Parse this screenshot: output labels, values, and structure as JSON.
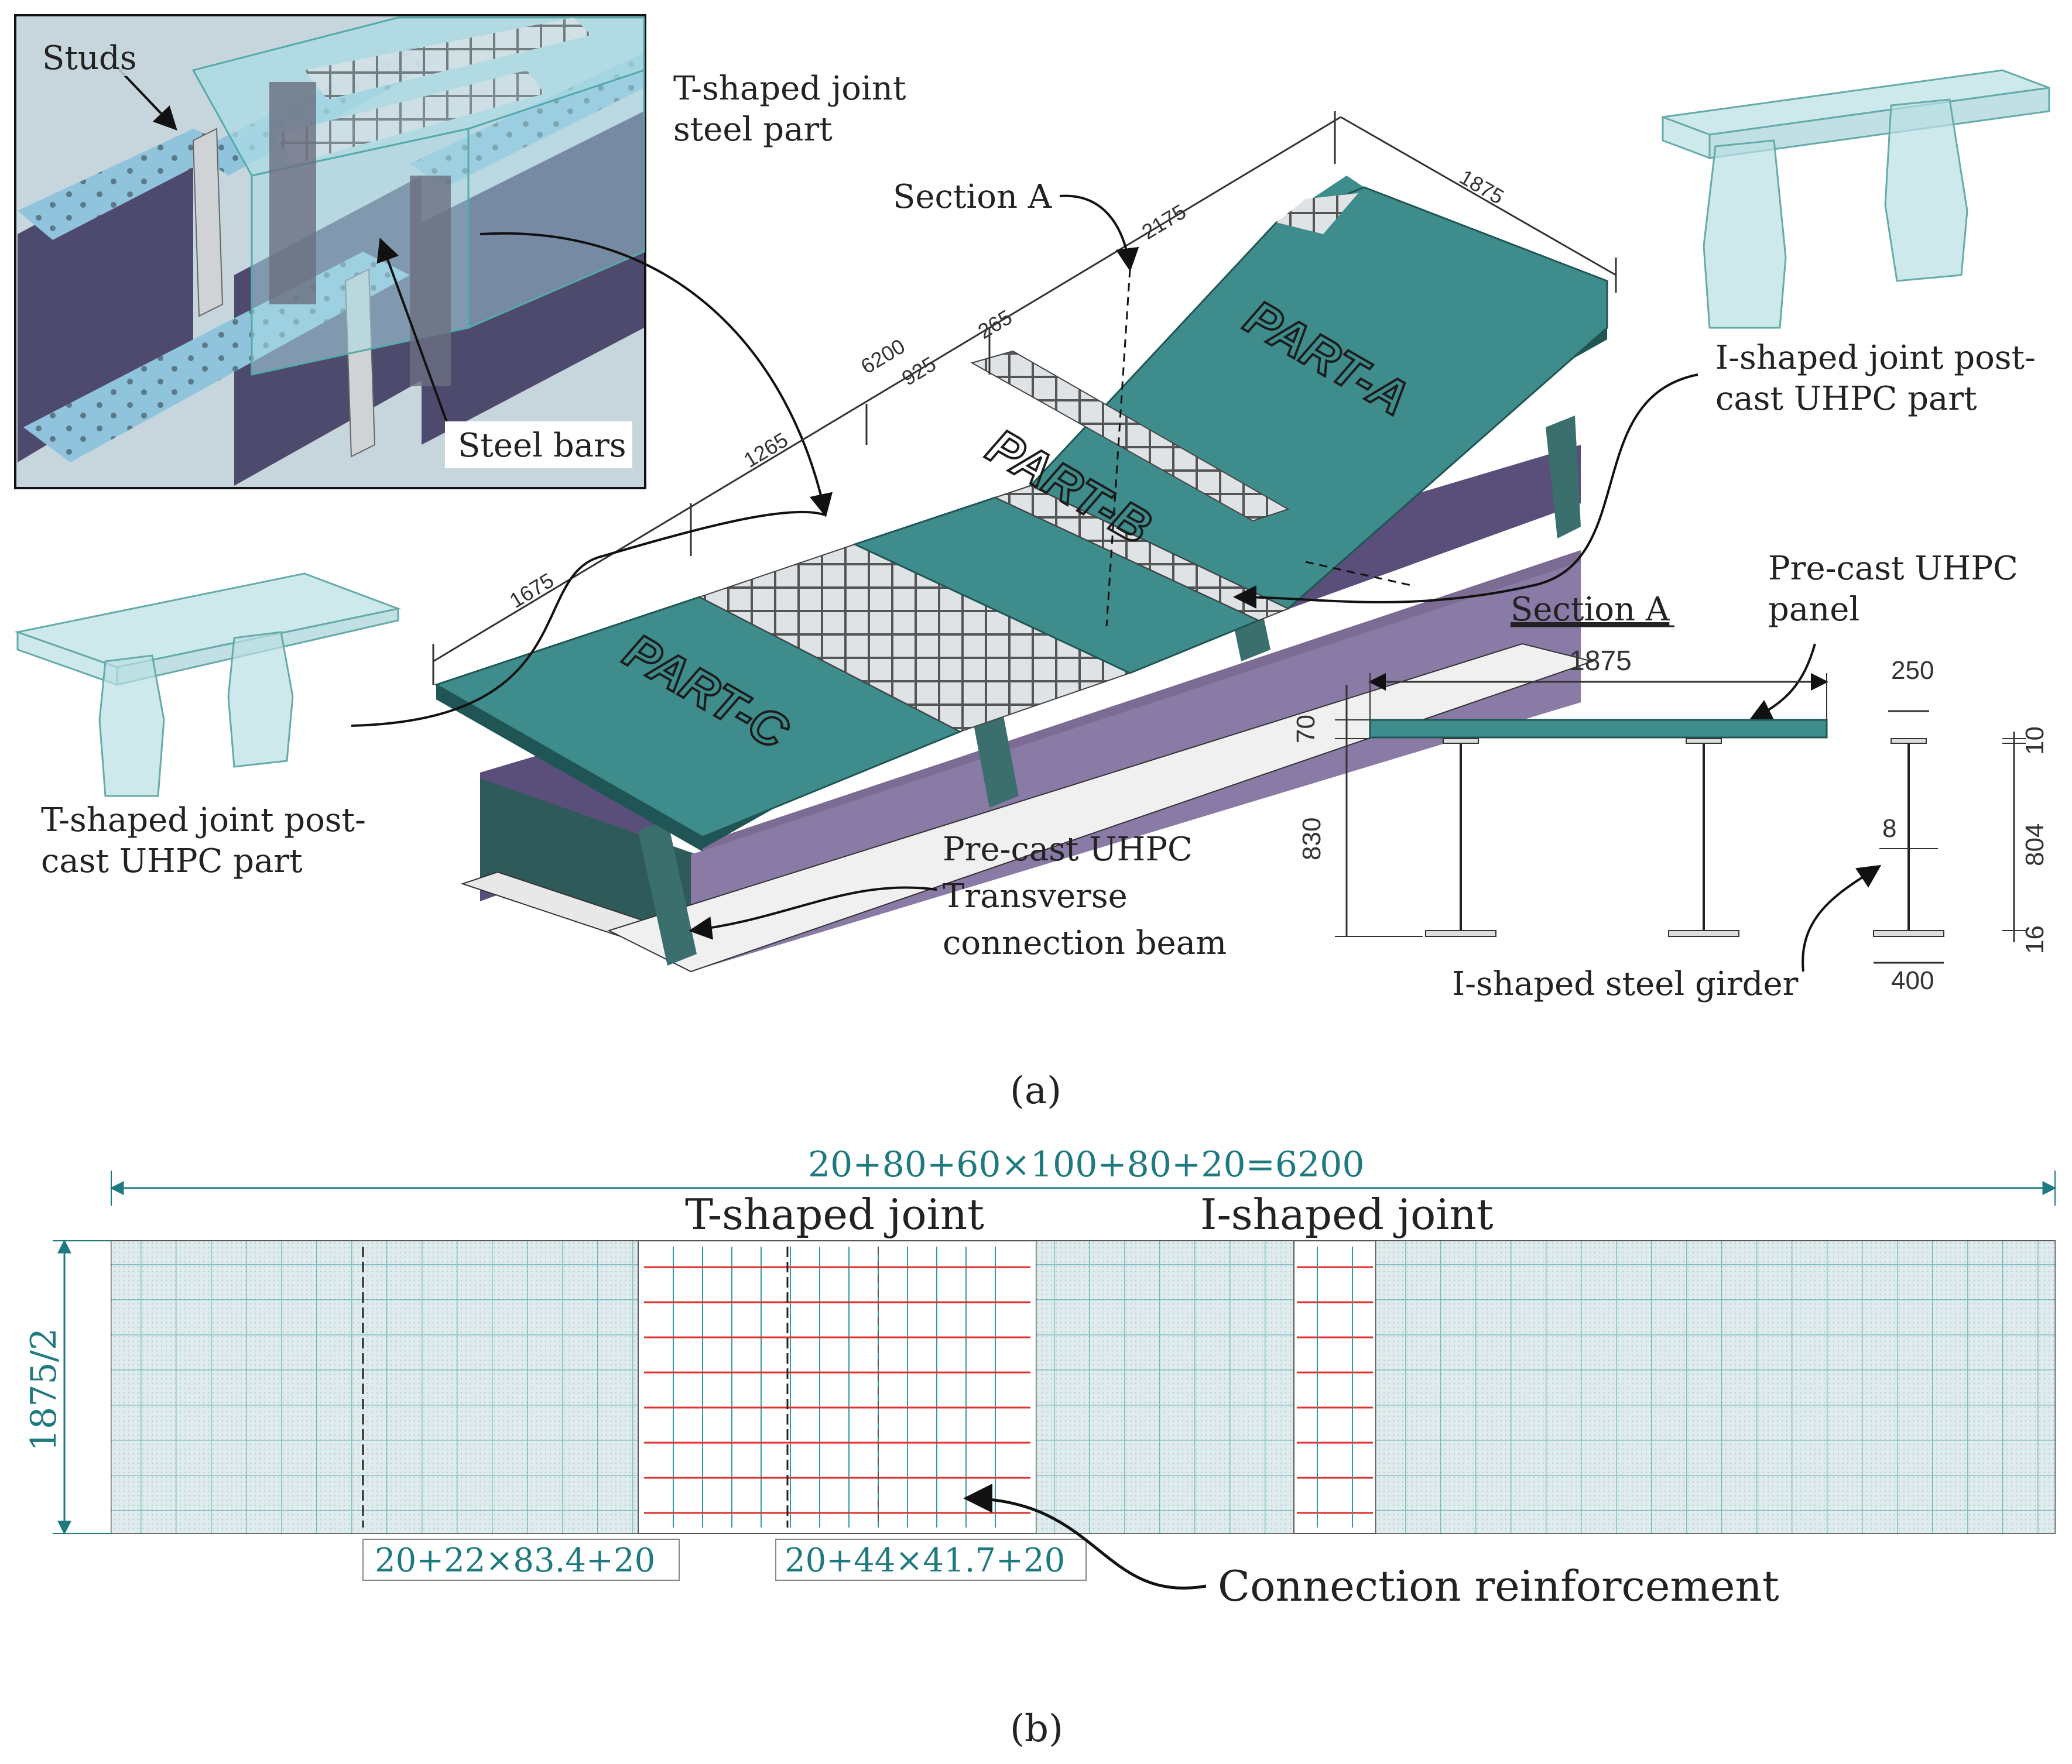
{
  "colors": {
    "deck": "#3e8d8c",
    "deck_dark": "#1f5554",
    "girder": "#7c6c94",
    "girder_dark": "#2f5a5a",
    "glass": "#b9dfe4",
    "grid_teal": "#2f9aa0",
    "rebar_red": "#e03030",
    "dim_teal": "#1f7a80"
  },
  "inset": {
    "studs_label": "Studs",
    "steel_bars_label": "Steel bars"
  },
  "panel_a": {
    "caption": "(a)",
    "t_joint_steel_label": "T-shaped joint\nsteel part",
    "section_a_ref": "Section A",
    "part_a": "PART-A",
    "part_b": "PART-B",
    "part_c": "PART-C",
    "dims_3d": [
      "1875",
      "2175",
      "265",
      "925",
      "6200",
      "1265",
      "1675"
    ],
    "i_joint_label": "I-shaped joint post-\ncast UHPC part",
    "t_joint_post_label": "T-shaped joint post-\ncast UHPC part",
    "transverse_beam_label": "Pre-cast UHPC\nTransverse\nconnection beam"
  },
  "section_a": {
    "title": "Section A",
    "panel_label": "Pre-cast UHPC\npanel",
    "width": "1875",
    "deck_thk": "70",
    "girder_height": "830",
    "flange_top": "250",
    "top_flange_thk": "10",
    "web_thk": "8",
    "web_height": "804",
    "bottom_flange_thk": "16",
    "flange_bottom": "400",
    "girder_label": "I-shaped steel girder"
  },
  "panel_b": {
    "caption": "(b)",
    "total_dim": "20+80+60×100+80+20=6200",
    "t_joint_label": "T-shaped joint",
    "i_joint_label": "I-shaped joint",
    "height_dim": "1875/2",
    "spacing_1": "20+22×83.4+20",
    "spacing_2": "20+44×41.7+20",
    "connection_label": "Connection reinforcement"
  }
}
